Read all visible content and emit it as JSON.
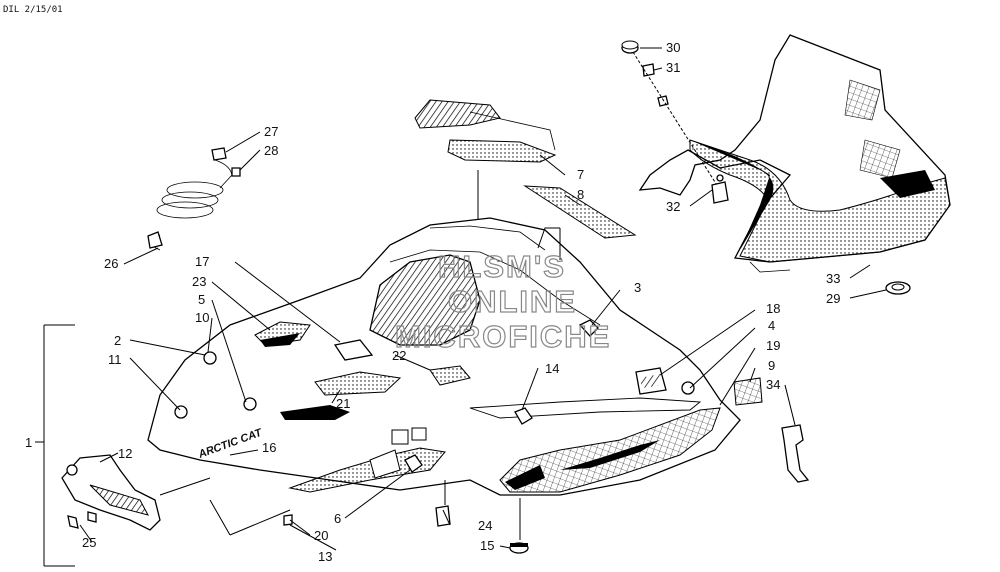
{
  "header": {
    "code": "DIL 2/15/01"
  },
  "watermark": {
    "line1": "HLSM'S",
    "line2": "ONLINE",
    "line3": "MICROFICHE"
  },
  "decal_text": {
    "brand": "ARCTIC CAT"
  },
  "callouts": [
    {
      "id": "1",
      "text": "1"
    },
    {
      "id": "2",
      "text": "2"
    },
    {
      "id": "3",
      "text": "3"
    },
    {
      "id": "4",
      "text": "4"
    },
    {
      "id": "5",
      "text": "5"
    },
    {
      "id": "6",
      "text": "6"
    },
    {
      "id": "7",
      "text": "7"
    },
    {
      "id": "8",
      "text": "8"
    },
    {
      "id": "9",
      "text": "9"
    },
    {
      "id": "10",
      "text": "10"
    },
    {
      "id": "11",
      "text": "11"
    },
    {
      "id": "12",
      "text": "12"
    },
    {
      "id": "13",
      "text": "13"
    },
    {
      "id": "14",
      "text": "14"
    },
    {
      "id": "15",
      "text": "15"
    },
    {
      "id": "16",
      "text": "16"
    },
    {
      "id": "17",
      "text": "17"
    },
    {
      "id": "18",
      "text": "18"
    },
    {
      "id": "19",
      "text": "19"
    },
    {
      "id": "20",
      "text": "20"
    },
    {
      "id": "21",
      "text": "21"
    },
    {
      "id": "22",
      "text": "22"
    },
    {
      "id": "23",
      "text": "23"
    },
    {
      "id": "24",
      "text": "24"
    },
    {
      "id": "25",
      "text": "25"
    },
    {
      "id": "26",
      "text": "26"
    },
    {
      "id": "27",
      "text": "27"
    },
    {
      "id": "28",
      "text": "28"
    },
    {
      "id": "29",
      "text": "29"
    },
    {
      "id": "30",
      "text": "30"
    },
    {
      "id": "31",
      "text": "31"
    },
    {
      "id": "32",
      "text": "32"
    },
    {
      "id": "33",
      "text": "33"
    },
    {
      "id": "34",
      "text": "34"
    }
  ]
}
